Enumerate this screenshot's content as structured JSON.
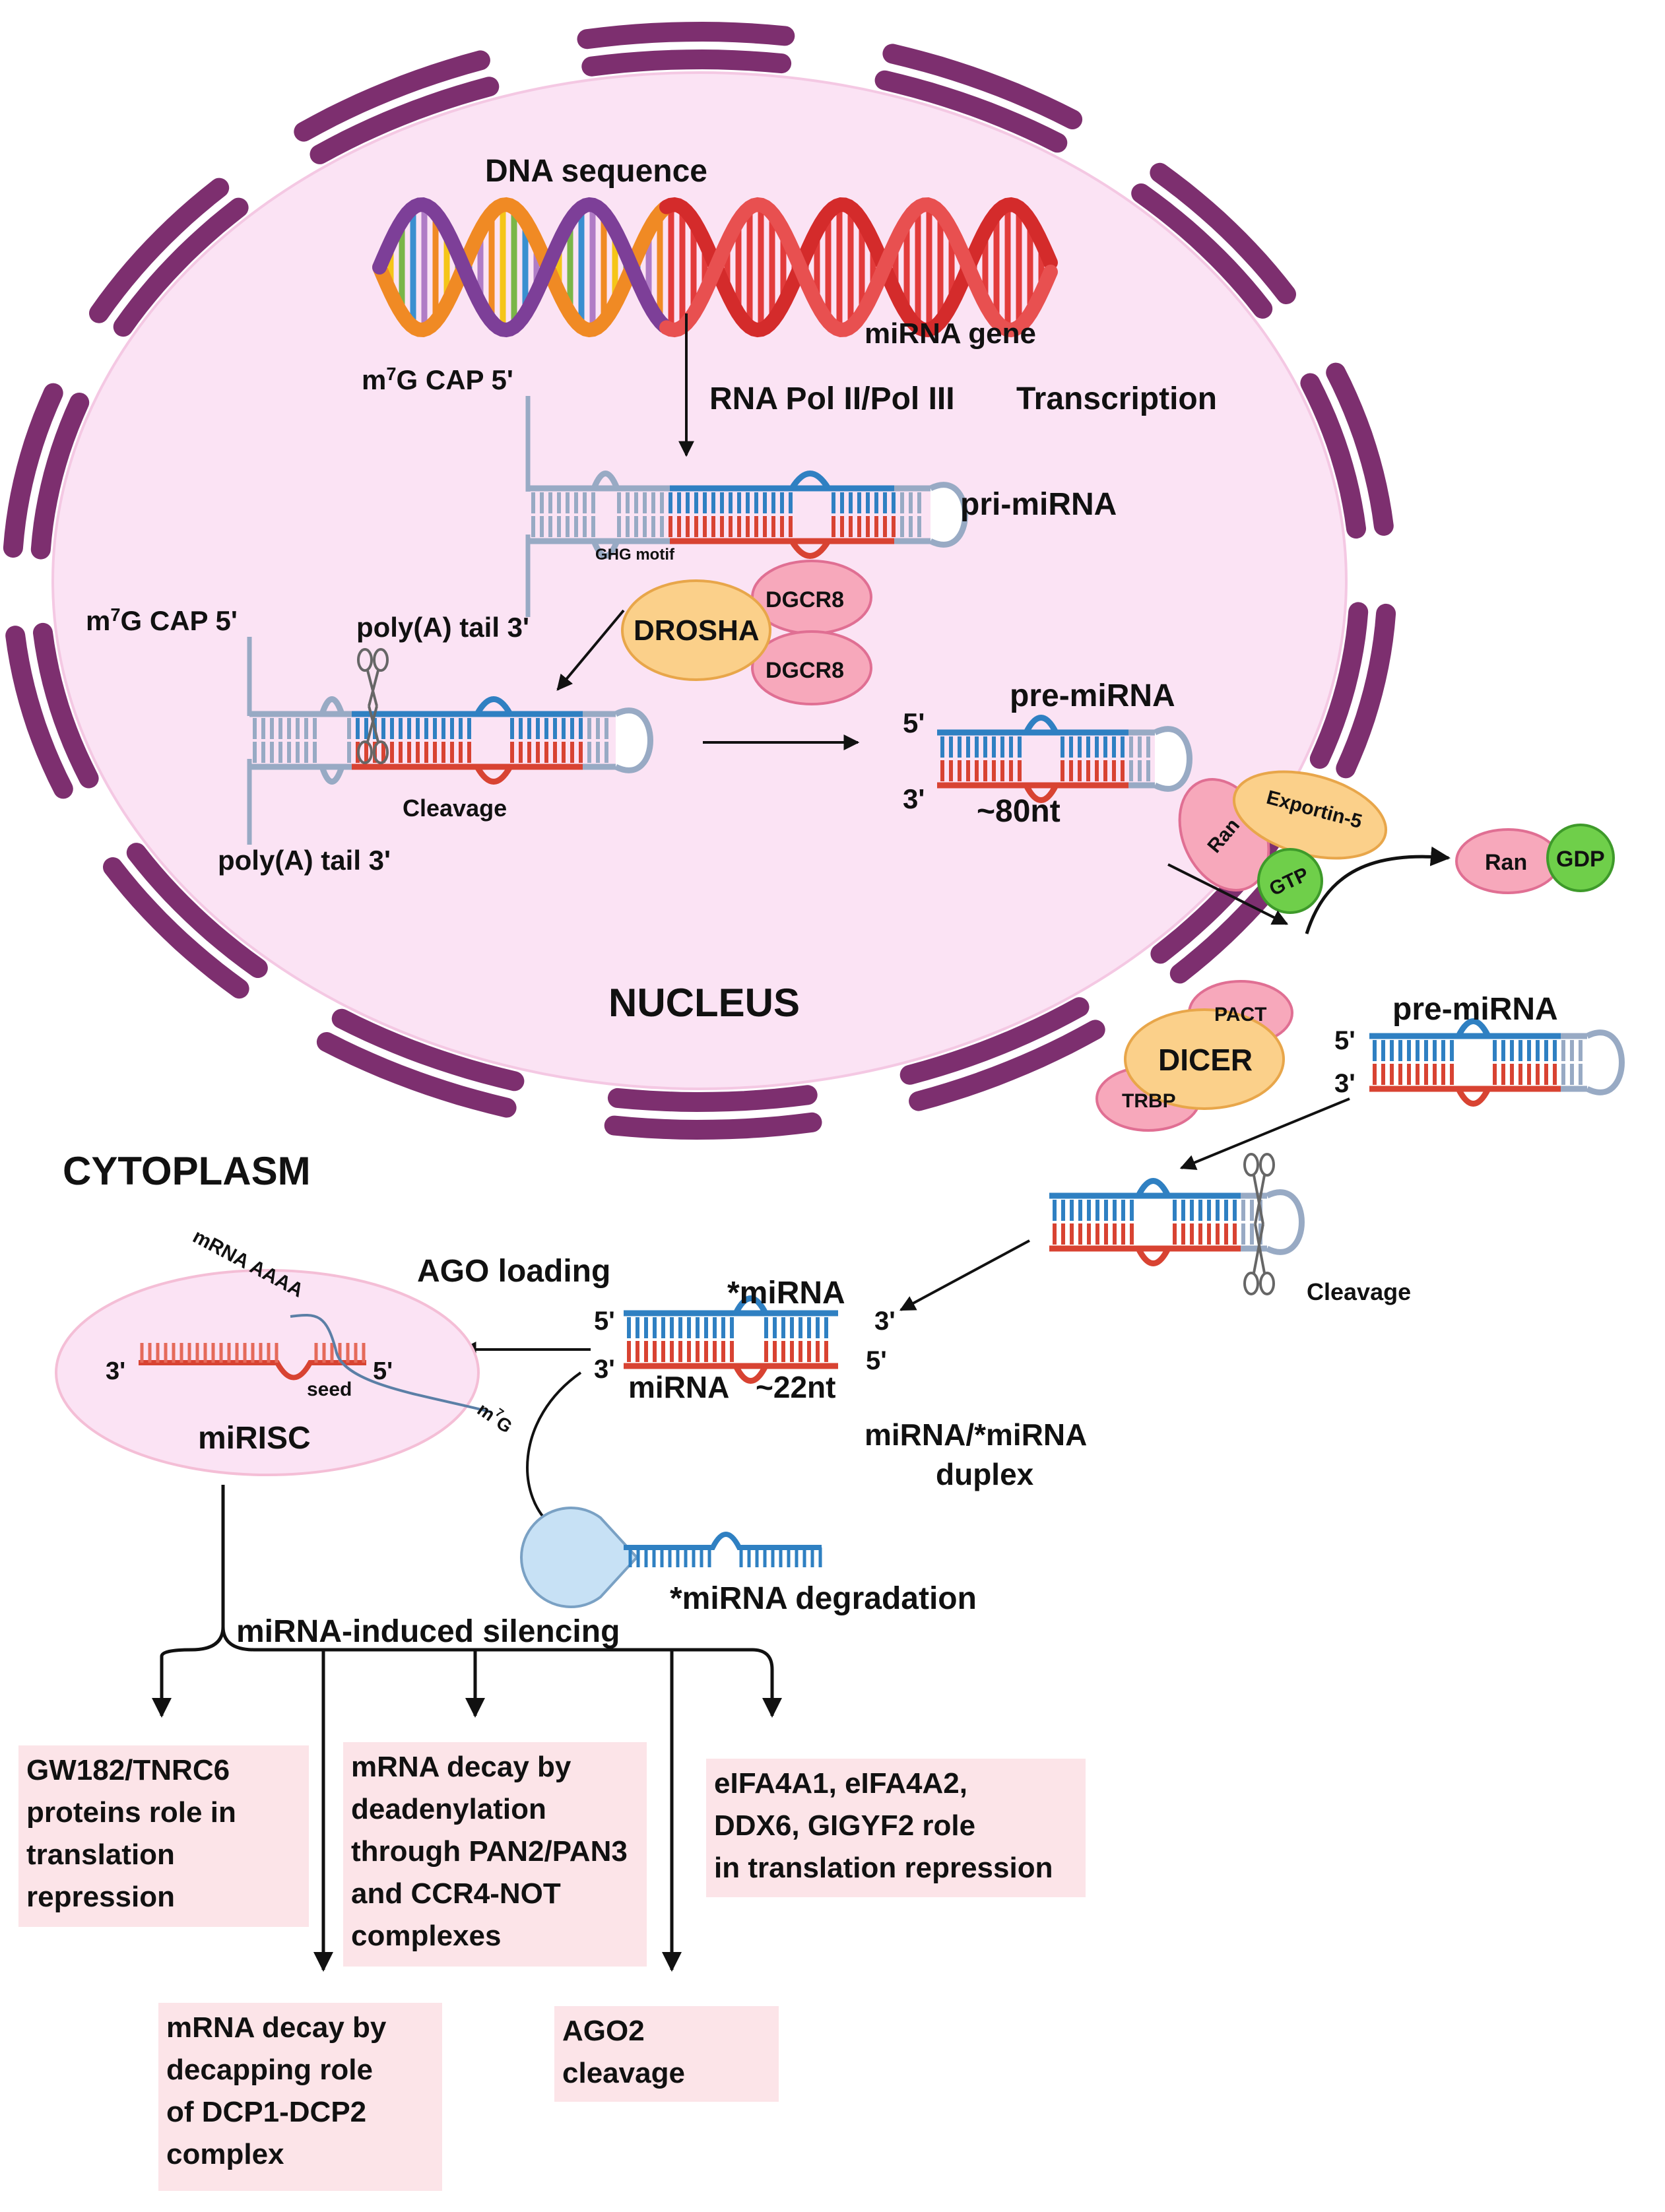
{
  "labels": {
    "dna_sequence": "DNA sequence",
    "mirna_gene": "miRNA gene",
    "m7g_cap_1": "m7G CAP 5'",
    "m7g_cap_2": "m7G CAP 5'",
    "rna_pol": "RNA Pol II/Pol III",
    "transcription": "Transcription",
    "pri_mirna": "pri-miRNA",
    "ghg_motif": "GHG motif",
    "polya_tail_1": "poly(A) tail 3'",
    "polya_tail_2": "poly(A) tail 3'",
    "drosha": "DROSHA",
    "dgcr8_top": "DGCR8",
    "dgcr8_bottom": "DGCR8",
    "cleavage_1": "Cleavage",
    "pre_mirna_1": "pre-miRNA",
    "five_prime_1": "5'",
    "three_prime_1": "3'",
    "length_80nt": "~80nt",
    "exportin5": "Exportin-5",
    "ran_1": "Ran",
    "gtp": "GTP",
    "ran_2": "Ran",
    "gdp": "GDP",
    "nucleus": "NUCLEUS",
    "pact": "PACT",
    "dicer": "DICER",
    "trbp": "TRBP",
    "pre_mirna_2": "pre-miRNA",
    "five_prime_2": "5'",
    "three_prime_2": "3'",
    "cytoplasm": "CYTOPLASM",
    "cleavage_2": "Cleavage",
    "ago_loading": "AGO loading",
    "star_mirna": "*miRNA",
    "five_prime_3": "5'",
    "three_prime_3": "3'",
    "three_prime_4": "3'",
    "five_prime_4": "5'",
    "mirna": "miRNA",
    "length_22nt": "~22nt",
    "duplex_line1": "miRNA/*miRNA",
    "duplex_line2": "duplex",
    "mrna_aaaa": "mRNA AAAA",
    "risc_3prime": "3'",
    "risc_5prime": "5'",
    "seed": "seed",
    "m7g": "m7G",
    "mirisc": "miRISC",
    "star_degradation": "*miRNA degradation",
    "silencing": "miRNA-induced silencing"
  },
  "outcomes": {
    "gw182": [
      "GW182/TNRC6",
      "proteins role in",
      "translation",
      "repression"
    ],
    "deadenylation": [
      "mRNA decay by",
      "deadenylation",
      "through PAN2/PAN3",
      "and CCR4-NOT",
      "complexes"
    ],
    "eifa": [
      "eIFA4A1, eIFA4A2,",
      "DDX6, GIGYF2 role",
      "in translation repression"
    ],
    "decapping": [
      "mRNA decay by",
      "decapping role",
      "of DCP1-DCP2",
      "complex"
    ],
    "ago2": [
      "AGO2",
      "cleavage"
    ]
  },
  "colors": {
    "nucleus_fill": "#fbe3f4",
    "envelope": "#7d2f6f",
    "strand_blue": "#2f80c2",
    "strand_red": "#d84332",
    "stem_grey": "#98aac4",
    "protein_pink": "#f7a8bb",
    "protein_orange": "#fbd08a",
    "protein_green": "#6fcf4a",
    "box_fill": "#fce4e8"
  }
}
